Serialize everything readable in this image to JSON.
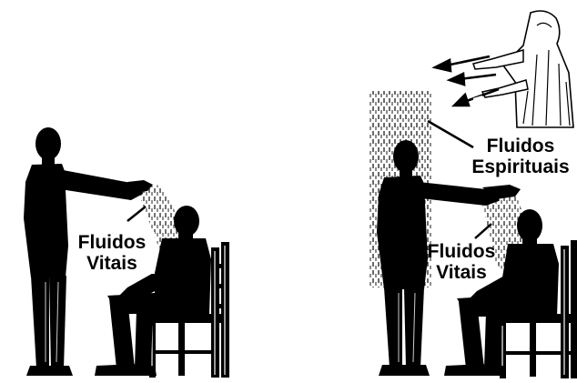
{
  "colors": {
    "ink": "#000000",
    "background": "#ffffff"
  },
  "left_panel": {
    "label_line1": "Fluidos",
    "label_line2": "Vitais"
  },
  "right_panel": {
    "spiritual_line1": "Fluidos",
    "spiritual_line2": "Espirituais",
    "vital_line1": "Fluidos",
    "vital_line2": "Vitais"
  }
}
